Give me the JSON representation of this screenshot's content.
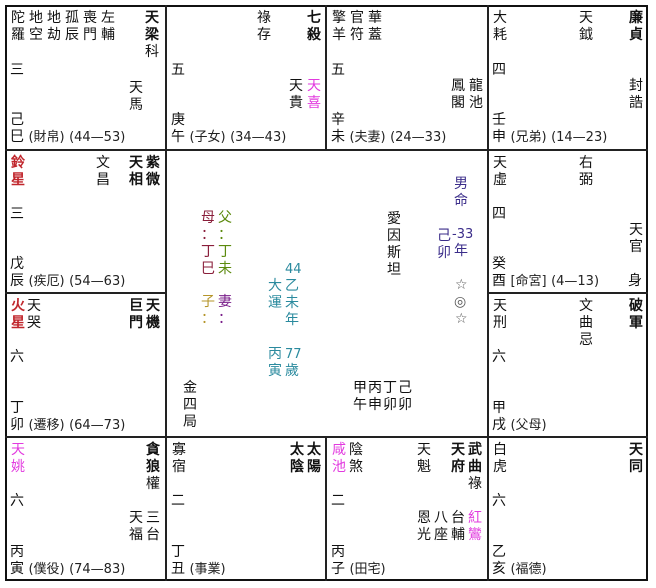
{
  "palaces": {
    "si": {
      "minor_stars": [
        "陀羅",
        "地空",
        "地劫",
        "孤辰",
        "喪門",
        "左輔"
      ],
      "major_stars": [
        "天梁"
      ],
      "transform": "科",
      "lower_right": [
        "天馬"
      ],
      "bureau_number": "三",
      "stem": "己",
      "branch": "巳",
      "name": "(財帛)",
      "age_range": "(44—53)"
    },
    "wu": {
      "minor_stars": [
        "祿存"
      ],
      "major_stars": [
        "七殺"
      ],
      "lower_right": [
        "天貴",
        "天喜"
      ],
      "bureau_number": "五",
      "stem": "庚",
      "branch": "午",
      "name": "(子女)",
      "age_range": "(34—43)"
    },
    "wei": {
      "minor_stars": [
        "擎羊",
        "官符",
        "華蓋"
      ],
      "lower_right": [
        "鳳閣",
        "龍池"
      ],
      "bureau_number": "五",
      "stem": "辛",
      "branch": "未",
      "name": "(夫妻)",
      "age_range": "(24—33)"
    },
    "shen": {
      "minor_stars": [
        "大耗"
      ],
      "mid_stars": [
        "天鉞"
      ],
      "major_stars": [
        "廉貞"
      ],
      "lower_right": [
        "封誥"
      ],
      "bureau_number": "四",
      "stem": "壬",
      "branch": "申",
      "name": "(兄弟)",
      "age_range": "(14—23)"
    },
    "chen": {
      "minor_stars": [
        "鈴星"
      ],
      "mid_stars": [
        "文昌"
      ],
      "major_stars": [
        "天相",
        "紫微"
      ],
      "bureau_number": "三",
      "stem": "戊",
      "branch": "辰",
      "name": "(疾厄)",
      "age_range": "(54—63)"
    },
    "you": {
      "minor_stars": [
        "天虛"
      ],
      "mid_stars": [
        "右弼"
      ],
      "lower_right": [
        "天官"
      ],
      "body_marker": "身",
      "bureau_number": "四",
      "stem": "癸",
      "branch": "酉",
      "name": "[命宮]",
      "age_range": "(4—13)"
    },
    "mao": {
      "minor_stars": [
        "火星",
        "天哭"
      ],
      "major_stars": [
        "巨門",
        "天機"
      ],
      "bureau_number": "六",
      "stem": "丁",
      "branch": "卯",
      "name": "(遷移)",
      "age_range": "(64—73)"
    },
    "xu": {
      "minor_stars": [
        "天刑"
      ],
      "mid_stars": [
        "文曲"
      ],
      "mid_transform": "忌",
      "major_stars": [
        "破軍"
      ],
      "bureau_number": "六",
      "stem": "甲",
      "branch": "戌",
      "name": "(父母)"
    },
    "yin": {
      "minor_stars": [
        "天姚"
      ],
      "major_stars": [
        "貪狼"
      ],
      "transform": "權",
      "lower_right": [
        "天福",
        "三台"
      ],
      "bureau_number": "六",
      "stem": "丙",
      "branch": "寅",
      "name": "(僕役)",
      "age_range": "(74—83)"
    },
    "chou": {
      "minor_stars": [
        "寡宿"
      ],
      "major_stars": [
        "太陰",
        "太陽"
      ],
      "bureau_number": "二",
      "stem": "丁",
      "branch": "丑",
      "name": "(事業)"
    },
    "zi": {
      "minor_stars": [
        "咸池",
        "陰煞"
      ],
      "mid_stars": [
        "天魁"
      ],
      "major_stars": [
        "天府",
        "武曲"
      ],
      "transform": "祿",
      "lower_right": [
        "恩光",
        "八座",
        "台輔",
        "紅鸞"
      ],
      "bureau_number": "二",
      "stem": "丙",
      "branch": "子",
      "name": "(田宅)"
    },
    "hai": {
      "minor_stars": [
        "白虎"
      ],
      "major_stars": [
        "天同"
      ],
      "bureau_number": "六",
      "stem": "乙",
      "branch": "亥",
      "name": "(福德)"
    }
  },
  "center": {
    "gender": "男命",
    "birth_year_stem": "己",
    "birth_year_branch": "卯",
    "birth_year_offset": "-33",
    "birth_year_suffix": "年",
    "name": "愛因斯坦",
    "symbols": [
      "☆",
      "◎",
      "☆"
    ],
    "mother_label": "母",
    "mother_stem": "丁",
    "mother_branch": "巳",
    "father_label": "父",
    "father_stem": "丁",
    "father_branch": "未",
    "child_label": "子",
    "spouse_label": "妻",
    "colon": "：",
    "decade_age": "44",
    "decade_label": "大運",
    "decade_stem": "乙",
    "decade_branch": "未",
    "decade_suffix": "年",
    "current_stem": "丙",
    "current_branch": "寅",
    "current_age": "77",
    "current_suffix": "歲",
    "element_bureau": "金四局",
    "four_pillars_stems": "甲丙丁己",
    "four_pillars_branches": "午申卯卯"
  }
}
